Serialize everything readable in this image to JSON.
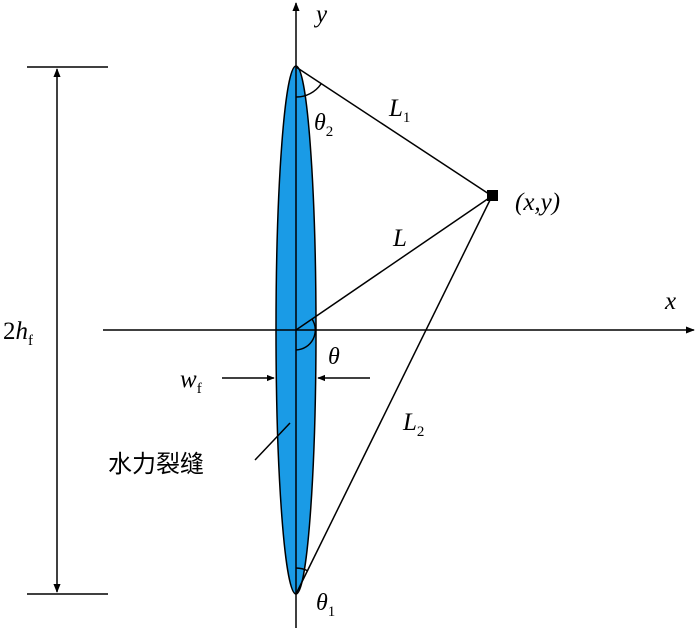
{
  "diagram": {
    "axes": {
      "x_label": "x",
      "y_label": "y"
    },
    "point_label": "(x,y)",
    "lines": {
      "L": "L",
      "L1_main": "L",
      "L1_sub": "1",
      "L2_main": "L",
      "L2_sub": "2"
    },
    "angles": {
      "theta": "θ",
      "theta1_main": "θ",
      "theta1_sub": "1",
      "theta2_main": "θ",
      "theta2_sub": "2"
    },
    "height_label": {
      "prefix": "2",
      "main": "h",
      "sub": "f"
    },
    "width_label": {
      "main": "w",
      "sub": "f"
    },
    "fracture_label": "水力裂缝",
    "colors": {
      "fracture_fill": "#1a9be6",
      "stroke": "#000000"
    }
  }
}
